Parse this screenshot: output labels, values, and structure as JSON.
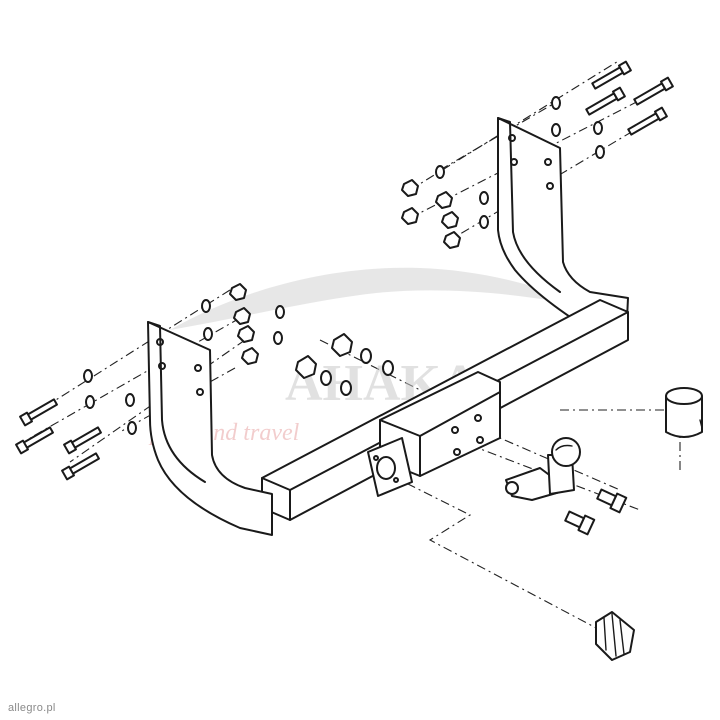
{
  "watermark": {
    "brand": "AHAKA",
    "tagline": "pack and travel",
    "brand_color": "#c9c9c9",
    "tagline_color": "#e9a6a6"
  },
  "footer": {
    "text": "allegro.pl"
  }
}
